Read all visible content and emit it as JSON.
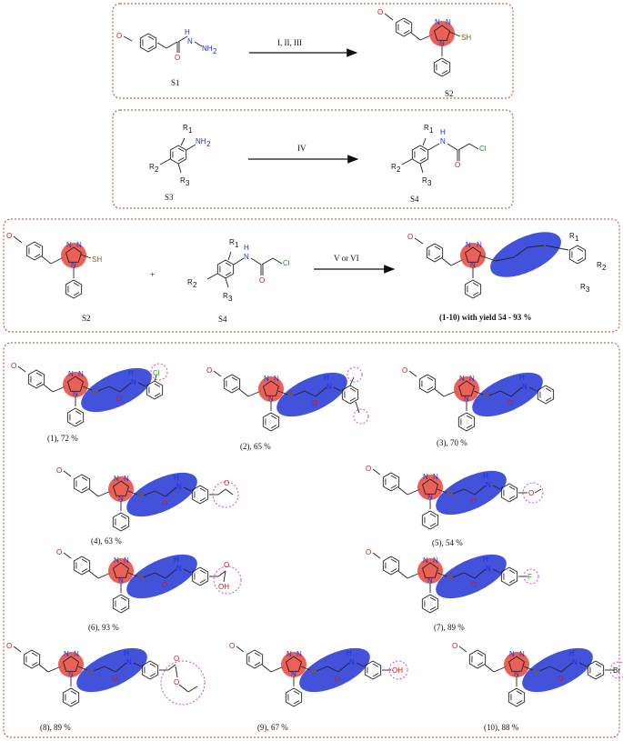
{
  "scheme": {
    "step1": {
      "reactant_label": "S1",
      "product_label": "S2",
      "conditions": "I, II, III"
    },
    "step2": {
      "reactant_label": "S3",
      "product_label": "S4",
      "conditions": "IV"
    },
    "step3": {
      "reactant1_label": "S2",
      "plus": "+",
      "reactant2_label": "S4",
      "conditions": "V or VI",
      "product_label": "(1-10) with yield 54 - 93 %"
    }
  },
  "atoms": {
    "O": "O",
    "N": "N",
    "NH": "N",
    "H": "H",
    "NH2": "NH",
    "sub2": "2",
    "SH": "SH",
    "S": "S",
    "Cl": "Cl",
    "F": "F",
    "Br": "Br",
    "OH": "OH",
    "R1": "R",
    "R2": "R",
    "R3": "R",
    "sub_1": "1",
    "sub_2": "2",
    "sub_3": "3"
  },
  "compounds": [
    {
      "label": "(1), 72 %"
    },
    {
      "label": "(2), 65 %"
    },
    {
      "label": "(3), 70 %"
    },
    {
      "label": "(4), 63 %"
    },
    {
      "label": "(5), 54 %"
    },
    {
      "label": "(6), 93 %"
    },
    {
      "label": "(7), 89 %"
    },
    {
      "label": "(8), 89 %"
    },
    {
      "label": "(9), 67 %"
    },
    {
      "label": "(10), 88 %"
    }
  ],
  "colors": {
    "box_border": "#c0392b",
    "triazole_highlight": "#e8443a",
    "acetamide_highlight": "#2f3fd6",
    "substituent_circle": "#d24ad8",
    "nitrogen": "#1a2fd6",
    "oxygen": "#d01818",
    "chlorine": "#1a9b1a"
  }
}
